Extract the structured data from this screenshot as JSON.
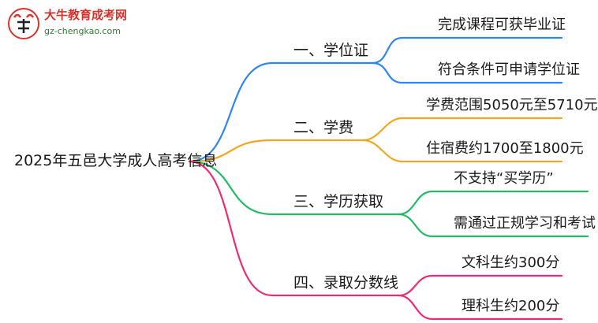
{
  "logo": {
    "title": "大牛教育成考网",
    "url": "gz-chengkao.com",
    "icon": "ox-head-logo-icon",
    "colors": {
      "title": "#d4342c",
      "url": "#2e7d32"
    }
  },
  "root": {
    "label": "2025年五邑大学成人高考信息"
  },
  "branches": [
    {
      "label": "一、学位证",
      "color": "#2f86f0",
      "leaves": [
        "完成课程可获毕业证",
        "符合条件可申请学位证"
      ]
    },
    {
      "label": "二、学费",
      "color": "#f0a820",
      "leaves": [
        "学费范围5050元至5710元",
        "住宿费约1700至1800元"
      ]
    },
    {
      "label": "三、学历获取",
      "color": "#22bb66",
      "leaves": [
        "不支持“买学历”",
        "需通过正规学习和考试"
      ]
    },
    {
      "label": "四、录取分数线",
      "color": "#ee2a74",
      "leaves": [
        "文科生约300分",
        "理科生约200分"
      ]
    }
  ]
}
